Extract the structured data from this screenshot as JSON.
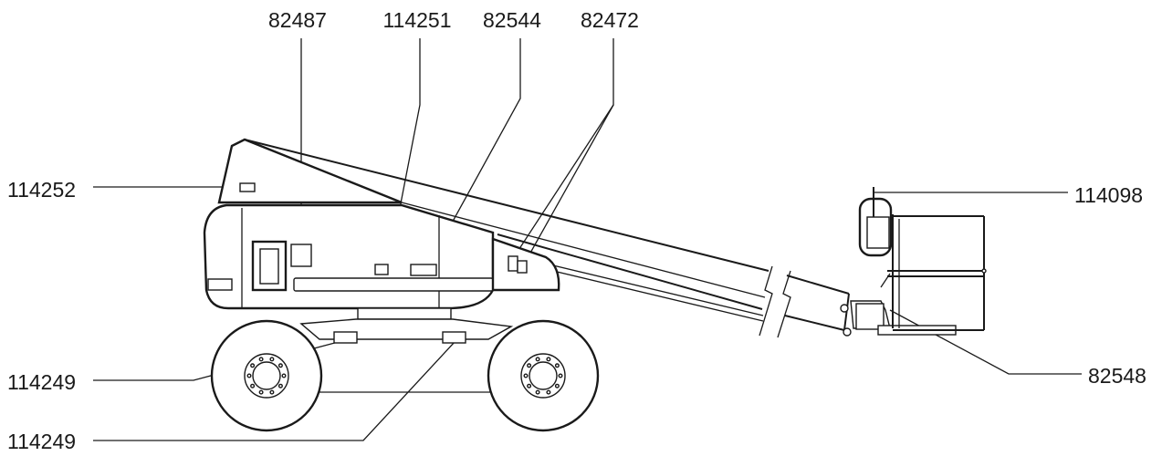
{
  "labels": {
    "top_82487": "82487",
    "top_114251": "114251",
    "top_82544": "82544",
    "top_82472": "82472",
    "left_114252": "114252",
    "left_114249_upper": "114249",
    "left_114249_lower": "114249",
    "right_114098": "114098",
    "right_82548": "82548"
  },
  "colors": {
    "line": "#1a1a1a",
    "background": "#ffffff"
  }
}
